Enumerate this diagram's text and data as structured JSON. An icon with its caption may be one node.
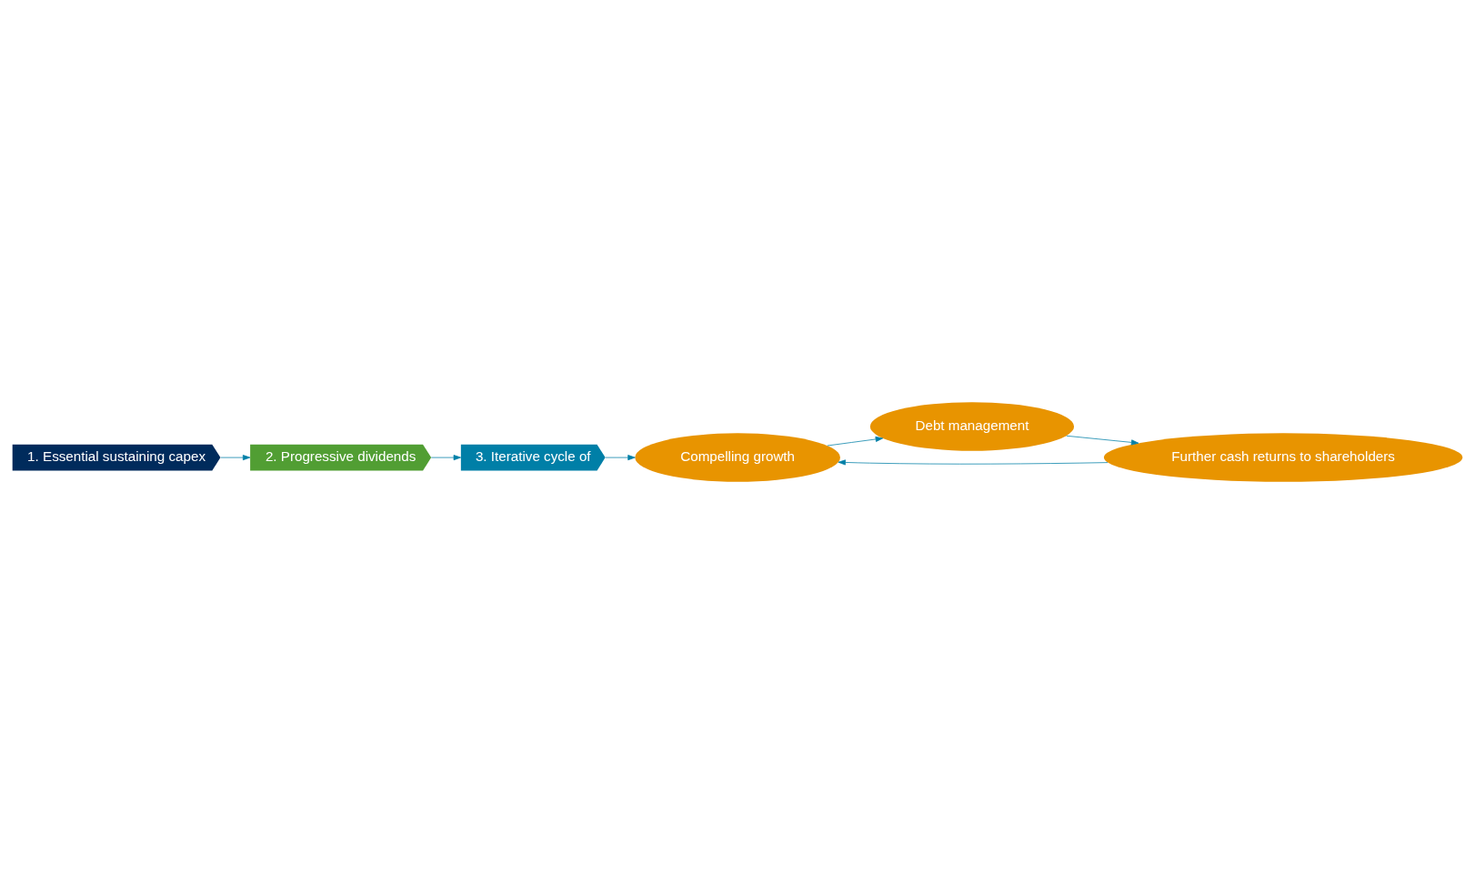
{
  "diagram": {
    "nodes": [
      {
        "text": [
          "1. Essential sustaining capex"
        ]
      },
      {
        "text": [
          "2. Progressive dividends"
        ]
      },
      {
        "text": [
          "3. Iterative cycle of"
        ]
      },
      {
        "text": [
          "Compelling growth"
        ]
      },
      {
        "text": [
          "Debt management"
        ]
      },
      {
        "text": [
          "Further cash returns to shareholders"
        ]
      }
    ],
    "edges": [
      {
        "from": 0,
        "to": 1,
        "arrow": "to"
      },
      {
        "from": 1,
        "to": 2,
        "arrow": "to"
      },
      {
        "from": 2,
        "to": 3,
        "arrow": "to"
      },
      {
        "from": 5,
        "to": 3,
        "arrow": "to"
      },
      {
        "from": 3,
        "to": 4,
        "arrow": "to"
      },
      {
        "from": 4,
        "to": 5,
        "arrow": "to"
      }
    ]
  }
}
